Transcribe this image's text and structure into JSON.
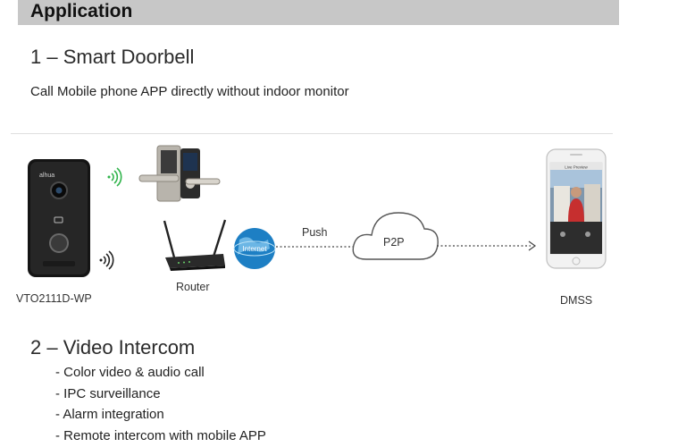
{
  "header": {
    "title": "Application"
  },
  "section1": {
    "title": "1 – Smart Doorbell",
    "description": "Call Mobile phone APP directly without indoor monitor",
    "diagram": {
      "device_label": "VTO2111D-WP",
      "router_label": "Router",
      "internet_label": "Internet",
      "push_label": "Push",
      "cloud_label": "P2P",
      "phone_label": "DMSS",
      "device_brand": "alhua",
      "phone_header": "Live Preview"
    }
  },
  "section2": {
    "title": "2 – Video Intercom",
    "bullets": [
      "- Color video & audio call",
      "- IPC surveillance",
      "- Alarm integration",
      "- Remote intercom with mobile APP"
    ]
  },
  "colors": {
    "header_bg": "#c7c7c7",
    "wifi_green": "#2fb34a",
    "globe_blue": "#1d7fc4"
  },
  "icons": [
    "wifi-icon",
    "lock-icon",
    "router-icon",
    "globe-icon",
    "cloud-icon",
    "phone-icon",
    "doorbell-icon"
  ]
}
